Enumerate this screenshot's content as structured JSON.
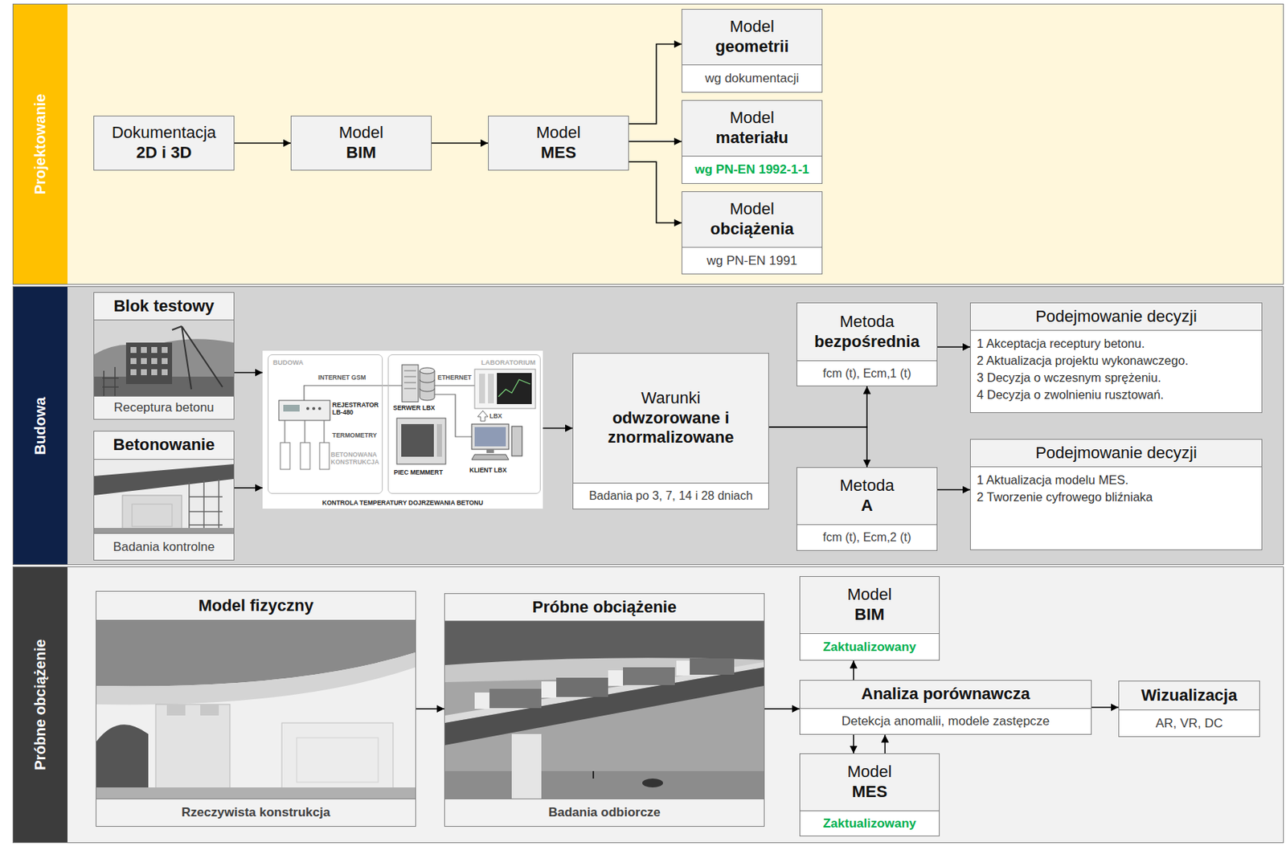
{
  "diagram": {
    "nodes": [
      {
        "text": [
          "Projektowanie"
        ]
      },
      {
        "text": [
          "Dokumentacja",
          "2D i 3D"
        ],
        "in": 0
      },
      {
        "text": [
          "Model",
          "BIM"
        ],
        "in": 0
      },
      {
        "text": [
          "Model",
          "MES"
        ],
        "in": 0
      },
      {
        "text": [
          "Model",
          "geometrii",
          "wg dokumentacji"
        ],
        "in": 0
      },
      {
        "text": [
          "Model",
          "materiału",
          "wg PN-EN 1992-1-1"
        ],
        "in": 0
      },
      {
        "text": [
          "Model",
          "obciążenia",
          "wg PN-EN 1991"
        ],
        "in": 0
      },
      {
        "text": [
          "Budowa"
        ]
      },
      {
        "text": [
          "Blok testowy",
          "Receptura betonu"
        ],
        "in": 7
      },
      {
        "text": [
          "Betonowanie",
          "Badania kontrolne"
        ],
        "in": 7
      },
      {
        "text": [
          "KONTROLA TEMPERATURY DOJRZEWANIA BETONU"
        ],
        "in": 7
      },
      {
        "text": [
          "BUDOWA"
        ],
        "in": 10
      },
      {
        "text": [
          "LABORATORIUM"
        ],
        "in": 10
      },
      {
        "text": [
          "Warunki",
          "odwzorowane i znormalizowane",
          "Badania po 3, 7, 14 i 28 dniach"
        ],
        "in": 7
      },
      {
        "text": [
          "Metoda",
          "bezpośrednia",
          "fcm (t), Ecm,1 (t)"
        ],
        "in": 7
      },
      {
        "text": [
          "Podejmowanie decyzji",
          "1 Akceptacja receptury betonu.",
          "2 Aktualizacja projektu wykonawczego.",
          "3 Decyzja o wczesnym sprężeniu.",
          "4 Decyzja o zwolnieniu rusztowań."
        ],
        "in": 7
      },
      {
        "text": [
          "Metoda",
          "A",
          "fcm (t), Ecm,2 (t)"
        ],
        "in": 7
      },
      {
        "text": [
          "Podejmowanie decyzji",
          "1 Aktualizacja modelu MES.",
          "2 Tworzenie cyfrowego bliźniaka"
        ],
        "in": 7
      },
      {
        "text": [
          "Próbne obciążenie"
        ]
      },
      {
        "text": [
          "Model fizyczny",
          "Rzeczywista konstrukcja"
        ],
        "in": 18
      },
      {
        "text": [
          "Próbne obciążenie",
          "Badania odbiorcze"
        ],
        "in": 18
      },
      {
        "text": [
          "Model",
          "BIM",
          "Zaktualizowany"
        ],
        "in": 18
      },
      {
        "text": [
          "Analiza porównawcza",
          "Detekcja anomalii, modele zastępcze"
        ],
        "in": 18
      },
      {
        "text": [
          "Model",
          "MES",
          "Zaktualizowany"
        ],
        "in": 18
      },
      {
        "text": [
          "Wizualizacja",
          "AR, VR, DC"
        ],
        "in": 18
      }
    ],
    "edges": [
      {
        "from": 1,
        "to": 2,
        "arrow": "to"
      },
      {
        "from": 2,
        "to": 3,
        "arrow": "to"
      },
      {
        "from": 3,
        "to": 4,
        "arrow": "to"
      },
      {
        "from": 3,
        "to": 5,
        "arrow": "to"
      },
      {
        "from": 3,
        "to": 6,
        "arrow": "to"
      },
      {
        "from": 8,
        "to": 10,
        "arrow": "to"
      },
      {
        "from": 9,
        "to": 10,
        "arrow": "to"
      },
      {
        "from": 10,
        "to": 13,
        "arrow": "to"
      },
      {
        "from": 13,
        "to": 14,
        "arrow": "to"
      },
      {
        "from": 13,
        "to": 16,
        "arrow": "to"
      },
      {
        "from": 14,
        "to": 15,
        "arrow": "to"
      },
      {
        "from": 16,
        "to": 17,
        "arrow": "to"
      },
      {
        "from": 19,
        "to": 20,
        "arrow": "to"
      },
      {
        "from": 20,
        "to": 22,
        "arrow": "to"
      },
      {
        "from": 22,
        "to": 21,
        "arrow": "to"
      },
      {
        "from": 22,
        "to": 23,
        "arrow": "to"
      },
      {
        "from": 23,
        "to": 22,
        "arrow": "to"
      },
      {
        "from": 22,
        "to": 24,
        "arrow": "to"
      }
    ],
    "labels": [
      "INTERNET GSM",
      "REJESTRATOR LB-480",
      "TERMOMETRY",
      "BETONOWANA KONSTRUKCJA",
      "SERWER LBX",
      "ETHERNET",
      "LBX",
      "PIEC MEMMERT",
      "KLIENT LBX"
    ]
  }
}
